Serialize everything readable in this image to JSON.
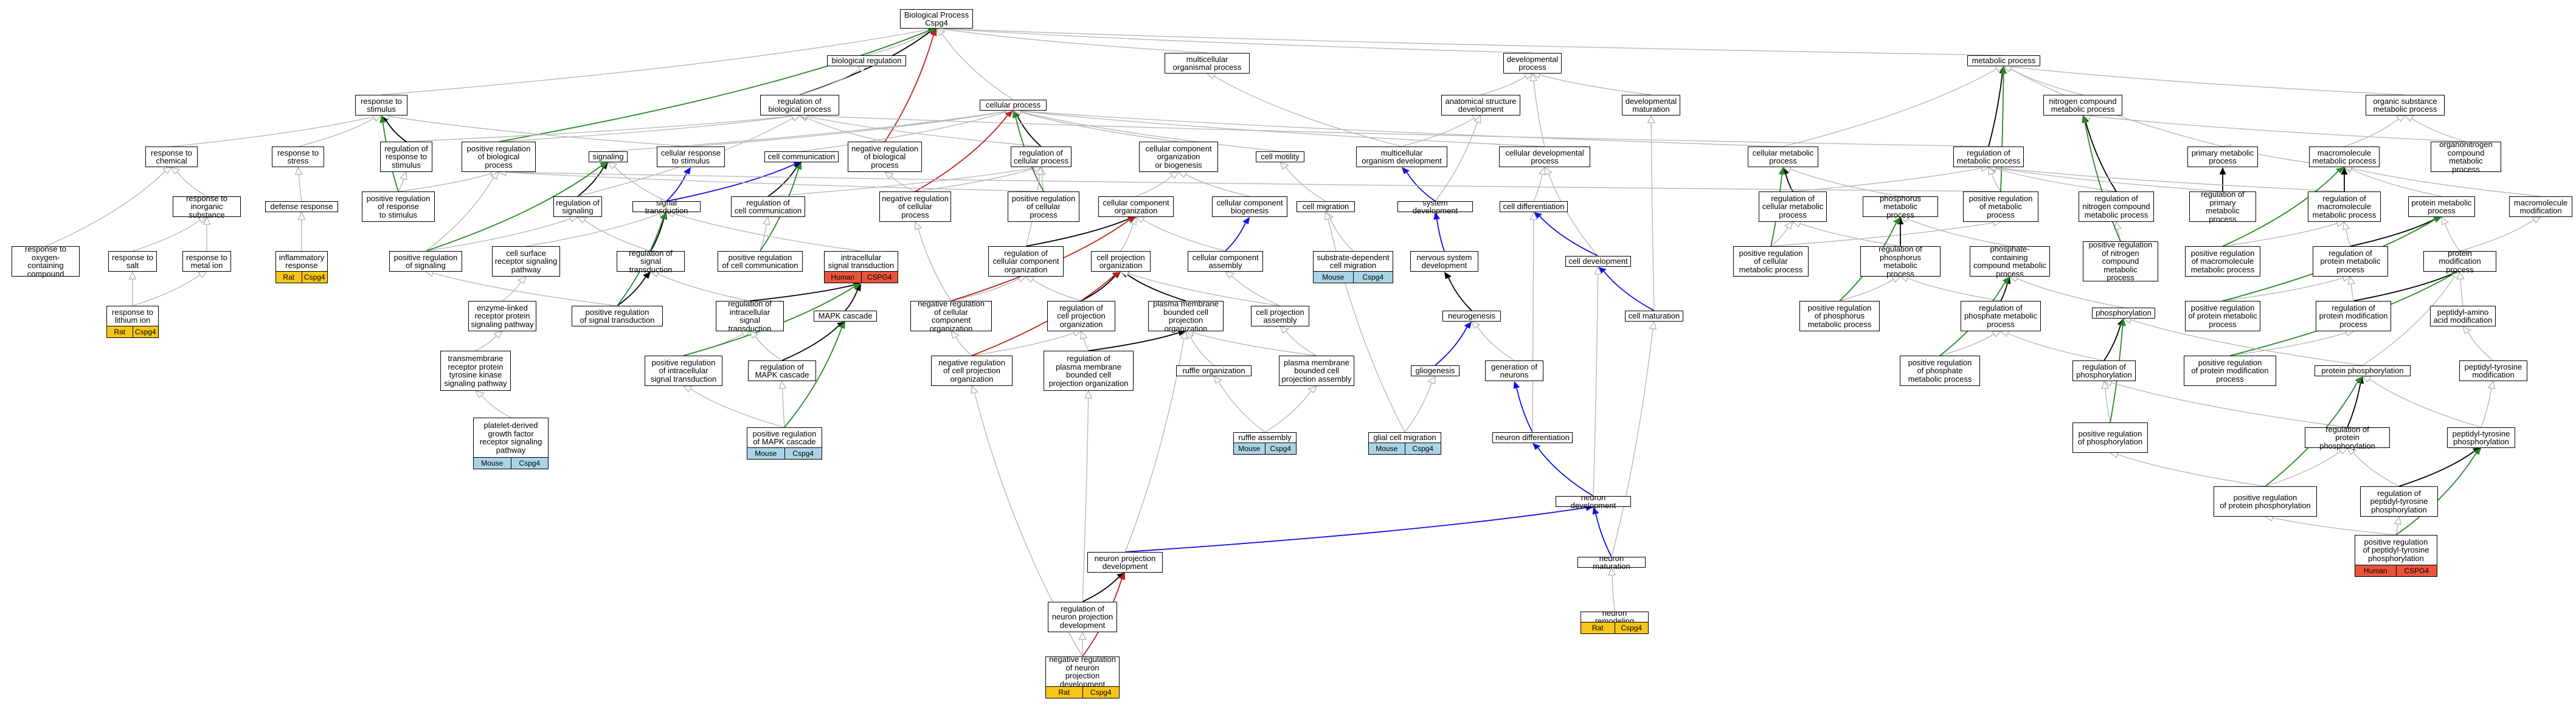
{
  "colors": {
    "gray": "#b4b4b4",
    "black": "#000000",
    "green": "#268a26",
    "red": "#c02020",
    "blue": "#1010e0",
    "rat": "#f5c518",
    "mouse": "#a9d4e6",
    "human": "#e8553c"
  },
  "nodes": {
    "bp": "Biological Process\nCspg4",
    "breg": "biological regulation",
    "mop": "multicellular\norganismal process",
    "dp": "developmental\nprocess",
    "mp": "metabolic process",
    "rts": "response to\nstimulus",
    "rbp": "regulation of\nbiological process",
    "cp": "cellular process",
    "asd": "anatomical structure\ndevelopment",
    "dm": "developmental\nmaturation",
    "ncmp": "nitrogen compound\nmetabolic process",
    "osmp": "organic substance\nmetabolic process",
    "onmp": "organonitrogen\ncompound metabolic\nprocess",
    "rtc": "response to\nchemical",
    "rtstress": "response to\nstress",
    "rrs": "regulation of\nresponse to\nstimulus",
    "prbp": "positive regulation\nof biological\nprocess",
    "sig": "signaling",
    "crs": "cellular response\nto stimulus",
    "cc": "cell communication",
    "nrbp": "negative regulation\nof biological\nprocess",
    "rcp": "regulation of\ncellular process",
    "ccob": "cellular component\norganization\nor biogenesis",
    "cmot": "cell motility",
    "mod": "multicellular\norganism development",
    "cdp": "cellular developmental\nprocess",
    "cmp": "cellular metabolic\nprocess",
    "rmp": "regulation of\nmetabolic process",
    "pmp": "primary metabolic\nprocess",
    "macmp": "macromolecule\nmetabolic process",
    "rtis": "response to\ninorganic substance",
    "dr": "defense response",
    "prrs": "positive regulation\nof response\nto stimulus",
    "rsig": "regulation of\nsignaling",
    "st": "signal transduction",
    "rcc": "regulation of\ncell communication",
    "nrcp": "negative regulation\nof cellular\nprocess",
    "prcp": "positive regulation\nof cellular\nprocess",
    "cco": "cellular component\norganization",
    "ccb": "cellular component\nbiogenesis",
    "cmig": "cell migration",
    "sd": "system development",
    "cdiff": "cell differentiation",
    "rcmp": "regulation of\ncellular metabolic\nprocess",
    "phmp": "phosphorus metabolic\nprocess",
    "prmp": "positive regulation\nof metabolic\nprocess",
    "rnmp": "regulation of\nnitrogen compound\nmetabolic process",
    "rpmp": "regulation of\nprimary metabolic\nprocess",
    "rmmp": "regulation of\nmacromolecule\nmetabolic process",
    "protmp": "protein metabolic\nprocess",
    "mmod": "macromolecule\nmodification",
    "rtoc": "response to\noxygen-containing\ncompound",
    "rtsalt": "response to\nsalt",
    "rtmi": "response to\nmetal ion",
    "infl": "inflammatory\nresponse",
    "prsig": "positive regulation\nof signaling",
    "csrsp": "cell surface\nreceptor signaling\npathway",
    "rst": "regulation of\nsignal transduction",
    "prcc": "positive regulation\nof cell communication",
    "ist": "intracellular\nsignal transduction",
    "rcco": "regulation of\ncellular component\norganization",
    "cpo": "cell projection\norganization",
    "cca": "cellular component\nassembly",
    "sdcm": "substrate-dependent\ncell migration",
    "nsd": "nervous system\ndevelopment",
    "cdev": "cell development",
    "prcmp": "positive regulation\nof cellular\nmetabolic process",
    "rphmp": "regulation of\nphosphorus metabolic\nprocess",
    "pcmp": "phosphate-containing\ncompound metabolic\nprocess",
    "prnmp": "positive regulation\nof nitrogen\ncompound metabolic\nprocess",
    "prmmp": "positive regulation\nof macromolecule\nmetabolic process",
    "rprotmp": "regulation of\nprotein metabolic\nprocess",
    "pmod": "protein modification\nprocess",
    "rttin": "response to\nlithium ion",
    "erpsp": "enzyme-linked\nreceptor protein\nsignaling pathway",
    "prst": "positive regulation\nof signal transduction",
    "rist": "regulation of\nintracellular\nsignal transduction",
    "mapk": "MAPK cascade",
    "nrcco": "negative regulation\nof cellular\ncomponent organization",
    "rcpo": "regulation of\ncell projection\norganization",
    "pmbcpo": "plasma membrane\nbounded cell\nprojection organization",
    "cpa": "cell projection\nassembly",
    "ng": "neurogenesis",
    "cmat": "cell maturation",
    "prphmp": "positive regulation\nof phosphorus\nmetabolic process",
    "rphpmp": "regulation of\nphosphate metabolic\nprocess",
    "pprotmp": "positive regulation\nof protein metabolic\nprocess",
    "rpmodp": "regulation of\nprotein modification\nprocess",
    "tmrptk": "transmembrane\nreceptor protein\ntyrosine kinase\nsignaling pathway",
    "prist": "positive regulation\nof intracellular\nsignal transduction",
    "rmapk": "regulation of\nMAPK cascade",
    "nrcpo": "negative regulation\nof cell projection\norganization",
    "rpmbcpo": "regulation of\nplasma membrane\nbounded cell\nprojection organization",
    "rufo": "ruffle organization",
    "pmbcpa": "plasma membrane\nbounded cell\nprojection assembly",
    "glio": "gliogenesis",
    "gon": "generation of\nneurons",
    "phos": "phosphorylation",
    "prphpmp": "positive regulation\nof phosphate\nmetabolic process",
    "rphos": "regulation of\nphosphorylation",
    "prpmodp": "positive regulation\nof protein modification\nprocess",
    "pam": "peptidyl-amino\nacid modification",
    "ppho": "protein phosphorylation",
    "pty": "peptidyl-tyrosine\nmodification",
    "pdgf": "platelet-derived\ngrowth factor\nreceptor signaling\npathway",
    "prmapk": "positive regulation\nof MAPK cascade",
    "rufa": "ruffle assembly",
    "gcm": "glial cell migration",
    "ndiff": "neuron differentiation",
    "prphos": "positive regulation\nof phosphorylation",
    "rpp": "regulation of\nprotein phosphorylation",
    "ptyp": "peptidyl-tyrosine\nphosphorylation",
    "ndev": "neuron development",
    "prpp": "positive regulation\nof protein phosphorylation",
    "rptyp": "regulation of\npeptidyl-tyrosine\nphosphorylation",
    "npd": "neuron projection\ndevelopment",
    "nmat": "neuron maturation",
    "prptyp": "positive regulation\nof peptidyl-tyrosine\nphosphorylation",
    "rnpd": "regulation of\nneuron projection\ndevelopment",
    "nrem": "neuron remodeling",
    "nrnpd": "negative regulation\nof neuron projection\ndevelopment"
  },
  "tags": {
    "rttin": [
      "Rat",
      "Cspg4"
    ],
    "infl": [
      "Rat",
      "Cspg4"
    ],
    "pdgf": [
      "Mouse",
      "Cspg4"
    ],
    "ist": [
      "Human",
      "CSPG4"
    ],
    "prmapk": [
      "Mouse",
      "Cspg4"
    ],
    "rufa": [
      "Mouse",
      "Cspg4"
    ],
    "sdcm": [
      "Mouse",
      "Cspg4"
    ],
    "gcm": [
      "Mouse",
      "Cspg4"
    ],
    "nrnpd": [
      "Rat",
      "Cspg4"
    ],
    "nrem": [
      "Rat",
      "Cspg4"
    ],
    "prptyp": [
      "Human",
      "CSPG4"
    ]
  },
  "edges": [
    [
      "breg",
      "bp",
      "g"
    ],
    [
      "mop",
      "bp",
      "g"
    ],
    [
      "dp",
      "bp",
      "g"
    ],
    [
      "mp",
      "bp",
      "g"
    ],
    [
      "rts",
      "bp",
      "g"
    ],
    [
      "rbp",
      "bp",
      "k"
    ],
    [
      "cp",
      "bp",
      "g"
    ],
    [
      "prbp",
      "bp",
      "G"
    ],
    [
      "nrbp",
      "bp",
      "R"
    ],
    [
      "rbp",
      "breg",
      "g"
    ],
    [
      "asd",
      "dp",
      "g"
    ],
    [
      "dm",
      "dp",
      "g"
    ],
    [
      "ncmp",
      "mp",
      "g"
    ],
    [
      "osmp",
      "mp",
      "g"
    ],
    [
      "onmp",
      "ncmp",
      "g"
    ],
    [
      "onmp",
      "osmp",
      "g"
    ],
    [
      "rtc",
      "rts",
      "g"
    ],
    [
      "rtstress",
      "rts",
      "g"
    ],
    [
      "rrs",
      "rts",
      "k"
    ],
    [
      "rrs",
      "rbp",
      "g"
    ],
    [
      "prbp",
      "rbp",
      "g"
    ],
    [
      "nrbp",
      "rbp",
      "g"
    ],
    [
      "sig",
      "cp",
      "g"
    ],
    [
      "crs",
      "rts",
      "g"
    ],
    [
      "crs",
      "cp",
      "g"
    ],
    [
      "cc",
      "cp",
      "g"
    ],
    [
      "rcp",
      "cp",
      "k"
    ],
    [
      "rcp",
      "rbp",
      "g"
    ],
    [
      "ccob",
      "cp",
      "g"
    ],
    [
      "cmot",
      "cp",
      "g"
    ],
    [
      "mod",
      "mop",
      "g"
    ],
    [
      "mod",
      "asd",
      "g"
    ],
    [
      "cdp",
      "dp",
      "g"
    ],
    [
      "cdp",
      "cp",
      "g"
    ],
    [
      "cmp",
      "mp",
      "g"
    ],
    [
      "cmp",
      "cp",
      "g"
    ],
    [
      "rmp",
      "mp",
      "k"
    ],
    [
      "rmp",
      "rbp",
      "g"
    ],
    [
      "pmp",
      "mp",
      "g"
    ],
    [
      "macmp",
      "osmp",
      "g"
    ],
    [
      "macmp",
      "pmp",
      "g"
    ],
    [
      "rtis",
      "rtc",
      "g"
    ],
    [
      "dr",
      "rtstress",
      "g"
    ],
    [
      "prrs",
      "rrs",
      "g"
    ],
    [
      "prrs",
      "rts",
      "G"
    ],
    [
      "prrs",
      "prbp",
      "g"
    ],
    [
      "rsig",
      "sig",
      "k"
    ],
    [
      "rsig",
      "rbp",
      "g"
    ],
    [
      "st",
      "sig",
      "g"
    ],
    [
      "st",
      "crs",
      "B"
    ],
    [
      "st",
      "cc",
      "B"
    ],
    [
      "rcc",
      "cc",
      "k"
    ],
    [
      "rcc",
      "rcp",
      "g"
    ],
    [
      "nrcp",
      "rcp",
      "g"
    ],
    [
      "nrcp",
      "nrbp",
      "g"
    ],
    [
      "nrcp",
      "cp",
      "R"
    ],
    [
      "prcp",
      "rcp",
      "g"
    ],
    [
      "prcp",
      "prbp",
      "g"
    ],
    [
      "prcp",
      "cp",
      "G"
    ],
    [
      "cco",
      "ccob",
      "g"
    ],
    [
      "ccb",
      "ccob",
      "g"
    ],
    [
      "cmig",
      "cmot",
      "g"
    ],
    [
      "sd",
      "mod",
      "B"
    ],
    [
      "sd",
      "asd",
      "g"
    ],
    [
      "cdiff",
      "cdp",
      "g"
    ],
    [
      "rcmp",
      "cmp",
      "k"
    ],
    [
      "rcmp",
      "rmp",
      "g"
    ],
    [
      "phmp",
      "cmp",
      "g"
    ],
    [
      "prmp",
      "rmp",
      "g"
    ],
    [
      "prmp",
      "prbp",
      "g"
    ],
    [
      "prmp",
      "mp",
      "G"
    ],
    [
      "rnmp",
      "rmp",
      "g"
    ],
    [
      "rnmp",
      "ncmp",
      "k"
    ],
    [
      "rpmp",
      "pmp",
      "k"
    ],
    [
      "rpmp",
      "rmp",
      "g"
    ],
    [
      "rmmp",
      "macmp",
      "k"
    ],
    [
      "rmmp",
      "rmp",
      "g"
    ],
    [
      "protmp",
      "macmp",
      "g"
    ],
    [
      "mmod",
      "macmp",
      "g"
    ],
    [
      "rtoc",
      "rtc",
      "g"
    ],
    [
      "rtsalt",
      "rtis",
      "g"
    ],
    [
      "rtmi",
      "rtis",
      "g"
    ],
    [
      "infl",
      "dr",
      "g"
    ],
    [
      "prsig",
      "rsig",
      "g"
    ],
    [
      "prsig",
      "sig",
      "G"
    ],
    [
      "prsig",
      "prbp",
      "g"
    ],
    [
      "csrsp",
      "st",
      "g"
    ],
    [
      "rst",
      "st",
      "k"
    ],
    [
      "rst",
      "rsig",
      "g"
    ],
    [
      "prcc",
      "rcc",
      "g"
    ],
    [
      "prcc",
      "cc",
      "G"
    ],
    [
      "ist",
      "st",
      "g"
    ],
    [
      "rcco",
      "cco",
      "k"
    ],
    [
      "rcco",
      "rcp",
      "g"
    ],
    [
      "cpo",
      "cco",
      "g"
    ],
    [
      "cca",
      "ccb",
      "B"
    ],
    [
      "cca",
      "cco",
      "g"
    ],
    [
      "sdcm",
      "cmig",
      "g"
    ],
    [
      "nsd",
      "sd",
      "B"
    ],
    [
      "cdev",
      "cdiff",
      "B"
    ],
    [
      "cdev",
      "cdp",
      "g"
    ],
    [
      "prcmp",
      "rcmp",
      "g"
    ],
    [
      "prcmp",
      "prmp",
      "g"
    ],
    [
      "prcmp",
      "cmp",
      "G"
    ],
    [
      "rphmp",
      "phmp",
      "k"
    ],
    [
      "rphmp",
      "rcmp",
      "g"
    ],
    [
      "pcmp",
      "phmp",
      "g"
    ],
    [
      "prnmp",
      "rnmp",
      "g"
    ],
    [
      "prnmp",
      "ncmp",
      "G"
    ],
    [
      "prmmp",
      "rmmp",
      "g"
    ],
    [
      "prmmp",
      "macmp",
      "G"
    ],
    [
      "rprotmp",
      "protmp",
      "k"
    ],
    [
      "rprotmp",
      "rmmp",
      "g"
    ],
    [
      "pmod",
      "protmp",
      "g"
    ],
    [
      "pmod",
      "mmod",
      "g"
    ],
    [
      "rttin",
      "rtsalt",
      "g"
    ],
    [
      "rttin",
      "rtmi",
      "g"
    ],
    [
      "erpsp",
      "csrsp",
      "g"
    ],
    [
      "prst",
      "rst",
      "k"
    ],
    [
      "prst",
      "st",
      "G"
    ],
    [
      "prst",
      "prsig",
      "g"
    ],
    [
      "rist",
      "ist",
      "k"
    ],
    [
      "rist",
      "rst",
      "g"
    ],
    [
      "mapk",
      "ist",
      "k"
    ],
    [
      "nrcco",
      "rcco",
      "g"
    ],
    [
      "nrcco",
      "nrcp",
      "g"
    ],
    [
      "nrcco",
      "cco",
      "R"
    ],
    [
      "rcpo",
      "cpo",
      "k"
    ],
    [
      "rcpo",
      "rcco",
      "g"
    ],
    [
      "pmbcpo",
      "cpo",
      "k"
    ],
    [
      "cpa",
      "cca",
      "g"
    ],
    [
      "cpa",
      "cpo",
      "g"
    ],
    [
      "ng",
      "nsd",
      "k"
    ],
    [
      "cmat",
      "cdev",
      "B"
    ],
    [
      "cmat",
      "dm",
      "g"
    ],
    [
      "prphmp",
      "rphmp",
      "g"
    ],
    [
      "prphmp",
      "phmp",
      "G"
    ],
    [
      "rphpmp",
      "pcmp",
      "k"
    ],
    [
      "rphpmp",
      "rphmp",
      "g"
    ],
    [
      "pprotmp",
      "rprotmp",
      "g"
    ],
    [
      "pprotmp",
      "protmp",
      "G"
    ],
    [
      "rpmodp",
      "pmod",
      "k"
    ],
    [
      "rpmodp",
      "rprotmp",
      "g"
    ],
    [
      "tmrptk",
      "erpsp",
      "g"
    ],
    [
      "prist",
      "rist",
      "g"
    ],
    [
      "prist",
      "ist",
      "G"
    ],
    [
      "rmapk",
      "mapk",
      "k"
    ],
    [
      "rmapk",
      "rist",
      "g"
    ],
    [
      "nrcpo",
      "rcpo",
      "g"
    ],
    [
      "nrcpo",
      "nrcco",
      "g"
    ],
    [
      "nrcpo",
      "cpo",
      "R"
    ],
    [
      "rpmbcpo",
      "pmbcpo",
      "k"
    ],
    [
      "rpmbcpo",
      "rcpo",
      "g"
    ],
    [
      "rufo",
      "pmbcpo",
      "g"
    ],
    [
      "pmbcpa",
      "pmbcpo",
      "g"
    ],
    [
      "pmbcpa",
      "cpa",
      "g"
    ],
    [
      "glio",
      "ng",
      "B"
    ],
    [
      "gon",
      "ng",
      "g"
    ],
    [
      "phos",
      "pcmp",
      "g"
    ],
    [
      "prphpmp",
      "rphpmp",
      "g"
    ],
    [
      "prphpmp",
      "pcmp",
      "G"
    ],
    [
      "rphos",
      "phos",
      "k"
    ],
    [
      "rphos",
      "rphpmp",
      "g"
    ],
    [
      "prpmodp",
      "rpmodp",
      "g"
    ],
    [
      "prpmodp",
      "pmod",
      "G"
    ],
    [
      "pam",
      "pmod",
      "g"
    ],
    [
      "ppho",
      "pmod",
      "g"
    ],
    [
      "ppho",
      "phos",
      "g"
    ],
    [
      "pty",
      "pam",
      "g"
    ],
    [
      "pdgf",
      "tmrptk",
      "g"
    ],
    [
      "prmapk",
      "rmapk",
      "g"
    ],
    [
      "prmapk",
      "mapk",
      "G"
    ],
    [
      "prmapk",
      "prist",
      "g"
    ],
    [
      "rufa",
      "rufo",
      "g"
    ],
    [
      "rufa",
      "pmbcpa",
      "g"
    ],
    [
      "gcm",
      "glio",
      "g"
    ],
    [
      "gcm",
      "cmig",
      "g"
    ],
    [
      "ndiff",
      "gon",
      "B"
    ],
    [
      "ndiff",
      "cdiff",
      "g"
    ],
    [
      "prphos",
      "rphos",
      "g"
    ],
    [
      "prphos",
      "phos",
      "G"
    ],
    [
      "rpp",
      "ppho",
      "k"
    ],
    [
      "rpp",
      "rphos",
      "g"
    ],
    [
      "ptyp",
      "ppho",
      "g"
    ],
    [
      "ptyp",
      "pty",
      "g"
    ],
    [
      "ndev",
      "ndiff",
      "B"
    ],
    [
      "ndev",
      "cdev",
      "g"
    ],
    [
      "prpp",
      "rpp",
      "g"
    ],
    [
      "prpp",
      "ppho",
      "G"
    ],
    [
      "prpp",
      "prphos",
      "g"
    ],
    [
      "rptyp",
      "ptyp",
      "k"
    ],
    [
      "rptyp",
      "rpp",
      "g"
    ],
    [
      "npd",
      "ndev",
      "B"
    ],
    [
      "npd",
      "pmbcpo",
      "g"
    ],
    [
      "nmat",
      "ndev",
      "B"
    ],
    [
      "nmat",
      "cmat",
      "g"
    ],
    [
      "prptyp",
      "rptyp",
      "g"
    ],
    [
      "prptyp",
      "ptyp",
      "G"
    ],
    [
      "prptyp",
      "prpp",
      "g"
    ],
    [
      "rnpd",
      "npd",
      "k"
    ],
    [
      "rnpd",
      "rpmbcpo",
      "g"
    ],
    [
      "nrem",
      "nmat",
      "g"
    ],
    [
      "nrnpd",
      "rnpd",
      "g"
    ],
    [
      "nrnpd",
      "npd",
      "R"
    ],
    [
      "nrnpd",
      "nrcpo",
      "g"
    ]
  ]
}
